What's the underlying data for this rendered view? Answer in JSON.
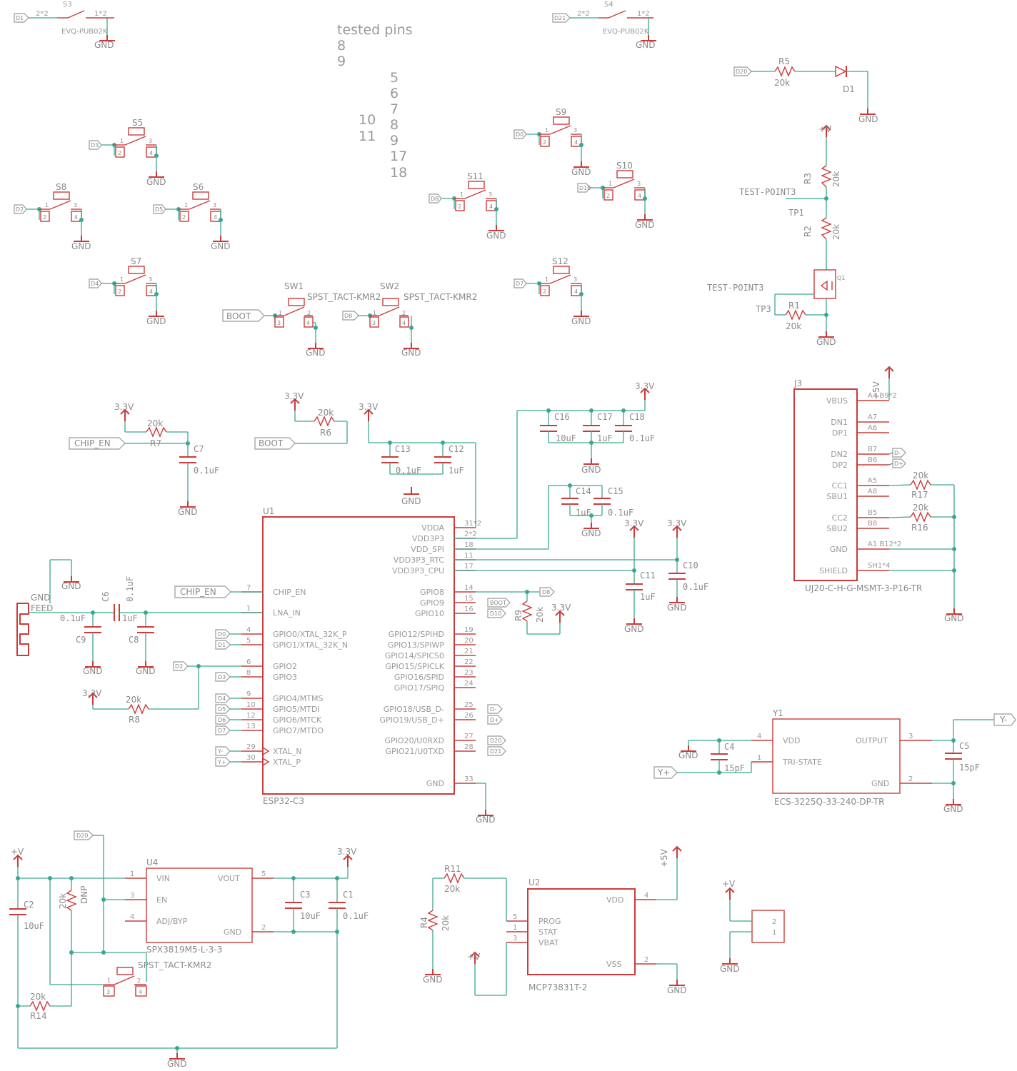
{
  "notes": {
    "heading": "tested pins",
    "col1": [
      "8",
      "9"
    ],
    "col2": [
      "10",
      "11"
    ],
    "col3": [
      "5",
      "6",
      "7",
      "8",
      "9",
      "17",
      "18"
    ]
  },
  "nets": {
    "gnd": "GND",
    "v33": "3.3V",
    "vplus": "+V",
    "v5": "+5V",
    "boot": "BOOT",
    "chip_en": "CHIP_EN",
    "d0": "D0",
    "d1": "D1",
    "d2": "D2",
    "d3": "D3",
    "d4": "D4",
    "d5": "D5",
    "d6": "D6",
    "d7": "D7",
    "d8": "D8",
    "d10": "D10",
    "d20": "D20",
    "d21": "D21",
    "dminus": "D-",
    "dplus": "D+",
    "yminus": "Y-",
    "yplus": "Y+",
    "feed": "FEED",
    "gnd_ant": "GND"
  },
  "switches": {
    "s3": "S3",
    "s4": "S4",
    "evq": "EVQ-PUB02K",
    "p22": "2*2",
    "p12": "1*2",
    "s5": "S5",
    "s6": "S6",
    "s7": "S7",
    "s8": "S8",
    "s9": "S9",
    "s10": "S10",
    "s11": "S11",
    "s12": "S12",
    "sw1": "SW1",
    "sw2": "SW2",
    "kmr": "SPST_TACT-KMR2",
    "kmr_sw1": "SPST_TACT-KMR2",
    "n1": "1",
    "n2": "2",
    "n3": "3",
    "n4": "4"
  },
  "parts": {
    "r1": "R1",
    "r2": "R2",
    "r3": "R3",
    "r4": "R4",
    "r5": "R5",
    "r6": "R6",
    "r7": "R7",
    "r8": "R8",
    "r9": "R9",
    "r11": "R11",
    "r14": "R14",
    "r16": "R16",
    "r17": "R17",
    "v20k": "20k",
    "dnp": "DNP",
    "c1": "C1",
    "c2": "C2",
    "c3": "C3",
    "c4": "C4",
    "c5": "C5",
    "c6": "C6",
    "c7": "C7",
    "c8": "C8",
    "c9": "C9",
    "c10": "C10",
    "c11": "C11",
    "c12": "C12",
    "c13": "C13",
    "c14": "C14",
    "c15": "C15",
    "c16": "C16",
    "c17": "C17",
    "c18": "C18",
    "v01uf": "0.1uF",
    "v1uf": "1uF",
    "v10uf": "10uF",
    "v15pf": "15pF",
    "d1": "D1",
    "q1": "Q1",
    "tp1": "TP1",
    "tp3": "TP3",
    "testpoint": "TEST-POINT3"
  },
  "u1": {
    "ref": "U1",
    "name": "ESP32-C3",
    "left": [
      {
        "num": "7",
        "name": "CHIP_EN"
      },
      {
        "num": "1",
        "name": "LNA_IN"
      },
      {
        "num": "4",
        "name": "GPIO0/XTAL_32K_P"
      },
      {
        "num": "5",
        "name": "GPIO1/XTAL_32K_N"
      },
      {
        "num": "6",
        "name": "GPIO2"
      },
      {
        "num": "8",
        "name": "GPIO3"
      },
      {
        "num": "9",
        "name": "GPIO4/MTMS"
      },
      {
        "num": "10",
        "name": "GPIO5/MTDI"
      },
      {
        "num": "12",
        "name": "GPIO6/MTCK"
      },
      {
        "num": "13",
        "name": "GPIO7/MTDO"
      },
      {
        "num": "29",
        "name": "XTAL_N"
      },
      {
        "num": "30",
        "name": "XTAL_P"
      }
    ],
    "right": [
      {
        "num": "31*2",
        "name": "VDDA"
      },
      {
        "num": "2*2",
        "name": "VDD3P3"
      },
      {
        "num": "18",
        "name": "VDD_SPI"
      },
      {
        "num": "11",
        "name": "VDD3P3_RTC"
      },
      {
        "num": "17",
        "name": "VDD3P3_CPU"
      },
      {
        "num": "14",
        "name": "GPIO8"
      },
      {
        "num": "15",
        "name": "GPIO9"
      },
      {
        "num": "16",
        "name": "GPIO10"
      },
      {
        "num": "19",
        "name": "GPIO12/SPIHD"
      },
      {
        "num": "20",
        "name": "GPIO13/SPIWP"
      },
      {
        "num": "21",
        "name": "GPIO14/SPICS0"
      },
      {
        "num": "22",
        "name": "GPIO15/SPICLK"
      },
      {
        "num": "23",
        "name": "GPIO16/SPID"
      },
      {
        "num": "24",
        "name": "GPIO17/SPIQ"
      },
      {
        "num": "25",
        "name": "GPIO18/USB_D-"
      },
      {
        "num": "26",
        "name": "GPIO19/USB_D+"
      },
      {
        "num": "27",
        "name": "GPIO20/U0RXD"
      },
      {
        "num": "28",
        "name": "GPIO21/U0TXD"
      },
      {
        "num": "33",
        "name": "GND"
      }
    ]
  },
  "j3": {
    "ref": "J3",
    "name": "UJ20-C-H-G-MSMT-3-P16-TR",
    "pins": [
      {
        "name": "VBUS",
        "num": "A4  B9*2"
      },
      {
        "name": "DN1",
        "num": "A7"
      },
      {
        "name": "DP1",
        "num": "A6"
      },
      {
        "name": "DN2",
        "num": "B7"
      },
      {
        "name": "DP2",
        "num": "B6"
      },
      {
        "name": "CC1",
        "num": "A5"
      },
      {
        "name": "SBU1",
        "num": "A8"
      },
      {
        "name": "CC2",
        "num": "B5"
      },
      {
        "name": "SBU2",
        "num": "B8"
      },
      {
        "name": "GND",
        "num": "A1  B12*2"
      },
      {
        "name": "SHIELD",
        "num": "SH1*4"
      }
    ]
  },
  "y1": {
    "ref": "Y1",
    "name": "ECS-3225Q-33-240-DP-TR",
    "vdd": "VDD",
    "tri": "TRI-STATE",
    "output": "OUTPUT",
    "gnd": "GND",
    "p4": "4",
    "p1": "1",
    "p3": "3",
    "p2": "2"
  },
  "u4": {
    "ref": "U4",
    "name": "SPX3819M5-L-3-3",
    "vin": "VIN",
    "en": "EN",
    "adj": "ADJ/BYP",
    "vout": "VOUT",
    "gnd": "GND",
    "p1": "1",
    "p3": "3",
    "p4": "4",
    "p5": "5",
    "p2": "2"
  },
  "u2": {
    "ref": "U2",
    "name": "MCP73831T-2",
    "prog": "PROG",
    "stat": "STAT",
    "vbat": "VBAT",
    "vdd": "VDD",
    "vss": "VSS",
    "p5": "5",
    "p1": "1",
    "p3": "3",
    "p4": "4",
    "p2": "2"
  },
  "conn": {
    "p2": "2",
    "p1": "1"
  }
}
